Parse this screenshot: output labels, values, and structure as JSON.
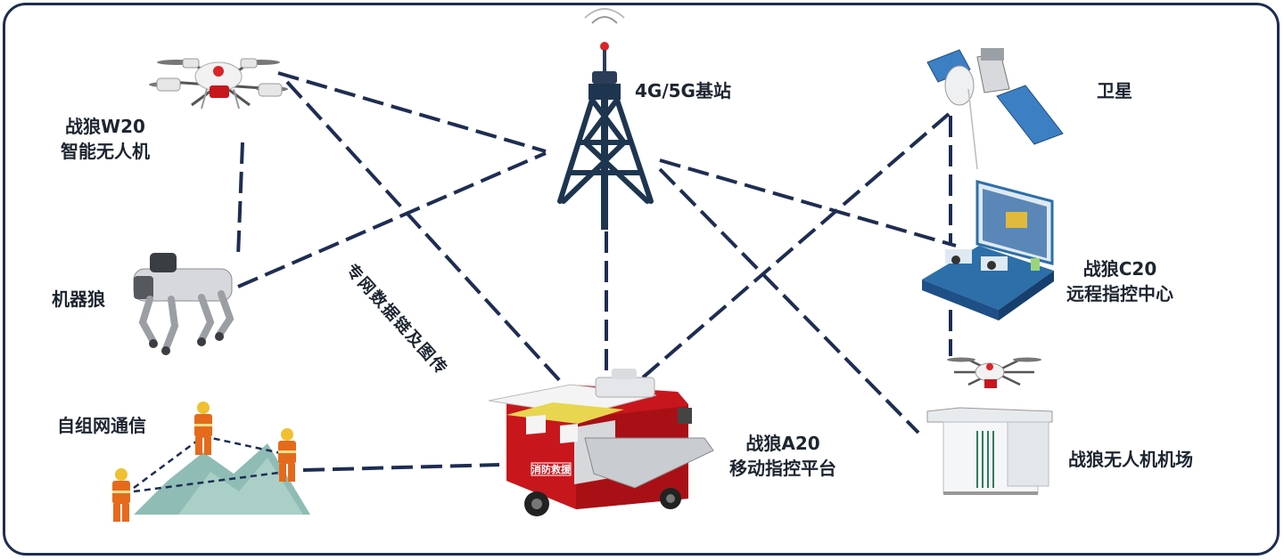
{
  "diagram": {
    "nodes": {
      "drone": {
        "line1": "战狼W20",
        "line2": "智能无人机"
      },
      "robot_dog": {
        "label": "机器狼"
      },
      "mesh": {
        "label": "自组网通信"
      },
      "tower": {
        "label": "4G/5G基站"
      },
      "satellite": {
        "label": "卫星"
      },
      "command_center": {
        "line1": "战狼C20",
        "line2": "远程指控中心"
      },
      "vehicle": {
        "line1": "战狼A20",
        "line2": "移动指控平台"
      },
      "drone_port": {
        "label": "战狼无人机机场"
      }
    },
    "link_label": "专网数据链及图传",
    "vehicle_door_text": "消防救援",
    "colors": {
      "line": "#1e2d52",
      "frame": "#1e2d52",
      "truck_red": "#c8161d",
      "mountain": "#8fbcb4",
      "firefighter": "#e56a1c"
    }
  }
}
